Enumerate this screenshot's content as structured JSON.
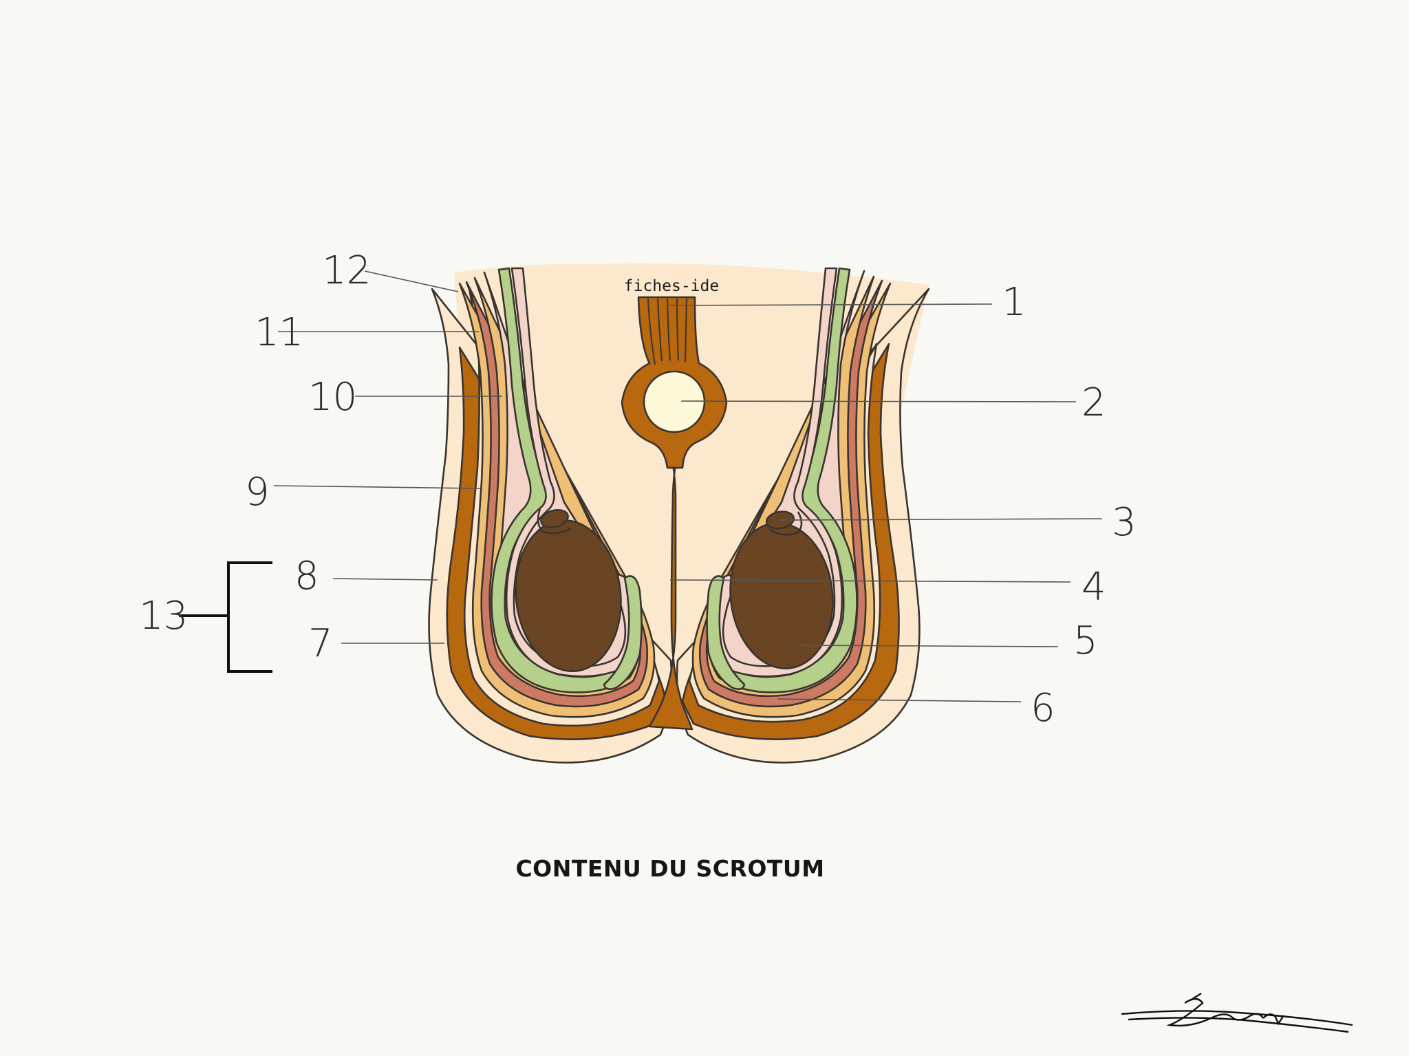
{
  "title": "CONTENU DU SCROTUM",
  "watermark": "fiches-ide",
  "labels": [
    "1",
    "2",
    "3",
    "4",
    "5",
    "6",
    "7",
    "8",
    "9",
    "10",
    "11",
    "12",
    "13"
  ],
  "signature": "Léonie",
  "colors": {
    "background": "#f8f8f4",
    "skin": "#fbe8cd",
    "dartos": "#b8680f",
    "fascia_orange": "#efbf75",
    "cremaster_red": "#cc7a63",
    "pink": "#f3d4c8",
    "vaginalis_green": "#b4d08a",
    "testis": "#6a4524",
    "cord_vessel": "#fcf8d8"
  }
}
